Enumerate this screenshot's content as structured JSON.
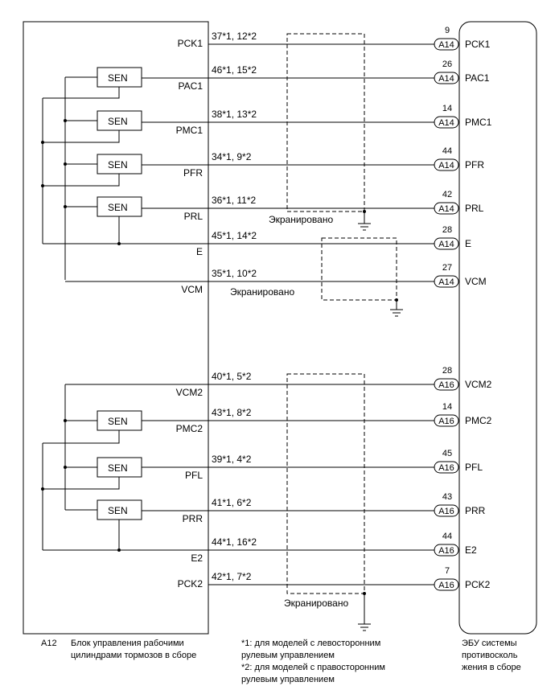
{
  "left_unit": {
    "code": "A12",
    "name_line1": "Блок управления рабочими",
    "name_line2": "цилиндрами тормозов в сборе"
  },
  "right_unit": {
    "line1": "ЭБУ системы",
    "line2": "противосколь",
    "line3": "жения в сборе"
  },
  "sensor_label": "SEN",
  "shield_label": "Экранировано",
  "notes": {
    "n1_line1": "*1: для моделей с левосторонним",
    "n1_line2": "рулевым управлением",
    "n2_line1": "*2: для моделей с правосторонним",
    "n2_line2": "рулевым управлением"
  },
  "signals": [
    {
      "name": "PCK1",
      "pins": "37*1, 12*2",
      "connector": "A14",
      "ecu_pin": "9",
      "ecu_name": "PCK1"
    },
    {
      "name": "PAC1",
      "pins": "46*1, 15*2",
      "connector": "A14",
      "ecu_pin": "26",
      "ecu_name": "PAC1"
    },
    {
      "name": "PMC1",
      "pins": "38*1, 13*2",
      "connector": "A14",
      "ecu_pin": "14",
      "ecu_name": "PMC1"
    },
    {
      "name": "PFR",
      "pins": "34*1, 9*2",
      "connector": "A14",
      "ecu_pin": "44",
      "ecu_name": "PFR"
    },
    {
      "name": "PRL",
      "pins": "36*1, 11*2",
      "connector": "A14",
      "ecu_pin": "42",
      "ecu_name": "PRL"
    },
    {
      "name": "E",
      "pins": "45*1, 14*2",
      "connector": "A14",
      "ecu_pin": "28",
      "ecu_name": "E"
    },
    {
      "name": "VCM",
      "pins": "35*1, 10*2",
      "connector": "A14",
      "ecu_pin": "27",
      "ecu_name": "VCM"
    },
    {
      "name": "VCM2",
      "pins": "40*1, 5*2",
      "connector": "A16",
      "ecu_pin": "28",
      "ecu_name": "VCM2"
    },
    {
      "name": "PMC2",
      "pins": "43*1, 8*2",
      "connector": "A16",
      "ecu_pin": "14",
      "ecu_name": "PMC2"
    },
    {
      "name": "PFL",
      "pins": "39*1, 4*2",
      "connector": "A16",
      "ecu_pin": "45",
      "ecu_name": "PFL"
    },
    {
      "name": "PRR",
      "pins": "41*1, 6*2",
      "connector": "A16",
      "ecu_pin": "43",
      "ecu_name": "PRR"
    },
    {
      "name": "E2",
      "pins": "44*1, 16*2",
      "connector": "A16",
      "ecu_pin": "44",
      "ecu_name": "E2"
    },
    {
      "name": "PCK2",
      "pins": "42*1, 7*2",
      "connector": "A16",
      "ecu_pin": "7",
      "ecu_name": "PCK2"
    }
  ]
}
